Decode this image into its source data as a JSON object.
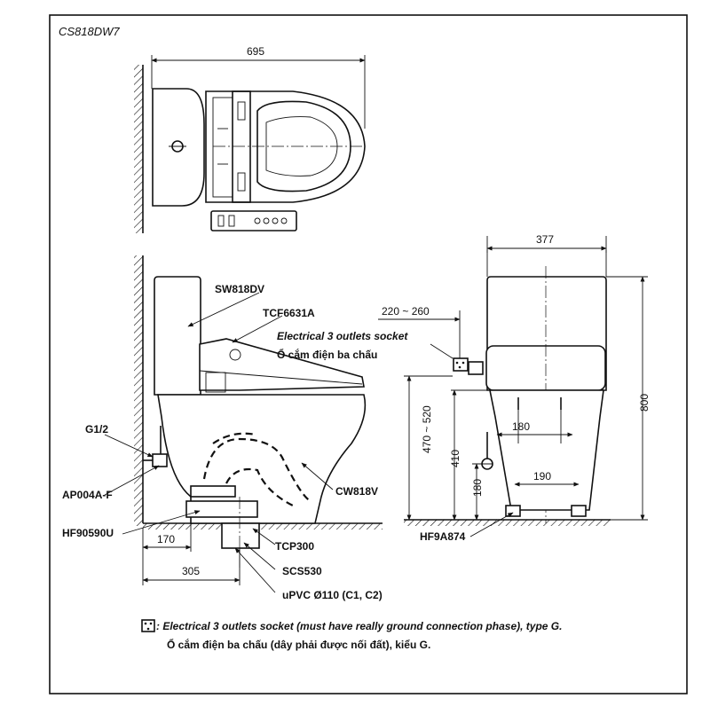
{
  "model": "CS818DW7",
  "dimensions": {
    "top_width": "695",
    "front_width": "377",
    "socket_range": "220 ~ 260",
    "height_total": "800",
    "socket_height": "470 ~ 520",
    "seat_height": "410",
    "supply_height": "180",
    "foot_spacing_top": "180",
    "foot_spacing_bottom": "190",
    "outlet_170": "170",
    "outlet_305": "305"
  },
  "parts": {
    "tank": "SW818DV",
    "seat": "TCF6631A",
    "valve": "G1/2",
    "hose": "AP004A-F",
    "flange": "HF90590U",
    "bowl": "CW818V",
    "adapter": "TCP300",
    "gasket": "SCS530",
    "pipe": "uPVC Ø110 (C1, C2)",
    "front_flange": "HF9A874"
  },
  "socket_label": {
    "en": "Electrical 3 outlets socket",
    "vi": "Ổ cắm điện ba chấu"
  },
  "footnote": {
    "en": ": Electrical 3 outlets socket (must have really ground connection phase), type G.",
    "vi": "Ổ cắm điện ba chấu (dây phải được nối đất), kiểu G."
  }
}
